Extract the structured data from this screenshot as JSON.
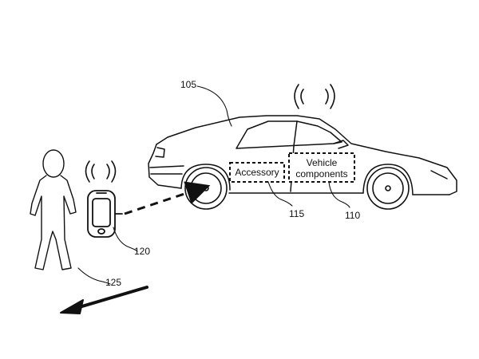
{
  "labels": {
    "vehicle": "105",
    "vehicle_components_ref": "110",
    "accessory_ref": "115",
    "mobile_device": "120",
    "person": "125"
  },
  "boxes": {
    "accessory": "Accessory",
    "vehicle_components_line1": "Vehicle",
    "vehicle_components_line2": "components"
  }
}
